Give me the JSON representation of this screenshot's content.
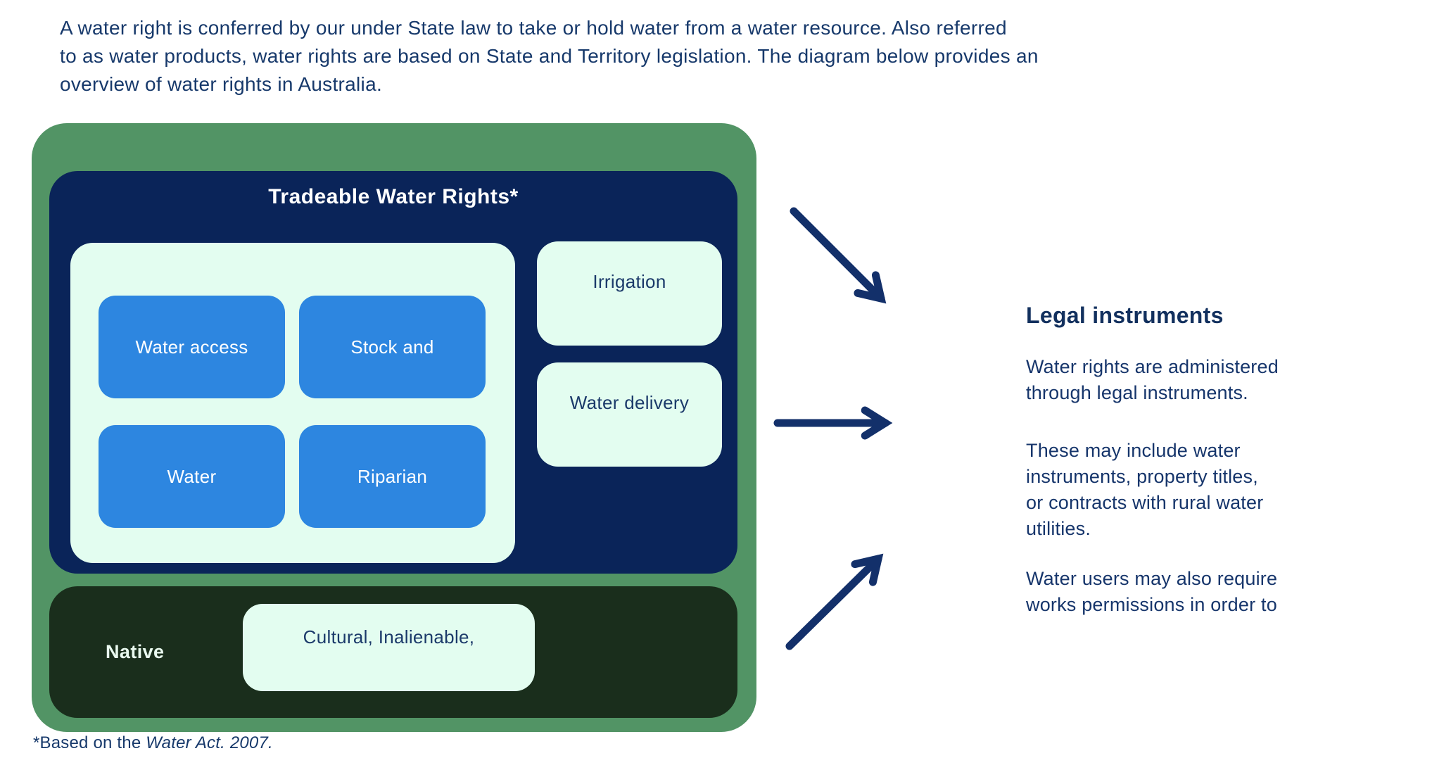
{
  "intro": {
    "text": "A water right is conferred by our under State law to take or hold water from a water resource. Also referred\nto as water products, water rights are based on State and Territory legislation. The diagram below provides an\noverview of water rights in Australia."
  },
  "diagram": {
    "tradeable": {
      "title": "Tradeable Water Rights*",
      "grid_boxes": [
        "Water access",
        "Stock and",
        "Water",
        "Riparian"
      ],
      "side_boxes": [
        "Irrigation",
        "Water delivery"
      ]
    },
    "native": {
      "label": "Native",
      "box": "Cultural, Inalienable,"
    }
  },
  "legal": {
    "heading": "Legal instruments",
    "paragraphs": [
      "Water rights are administered\nthrough legal instruments.",
      "These may include water\ninstruments, property titles,\nor contracts with rural water\nutilities.",
      "Water users may also require\nworks permissions in order to"
    ]
  },
  "footnote": {
    "prefix": "*Based on the ",
    "italic": "Water Act. 2007."
  },
  "colors": {
    "outer_green": "#529465",
    "navy_panel": "#0a2459",
    "mint": "#e3fdf0",
    "blue_box": "#2d86e0",
    "native_dark_green": "#1a2e1c",
    "text_navy": "#17396b",
    "arrow_navy": "#13306a",
    "background": "#ffffff"
  }
}
